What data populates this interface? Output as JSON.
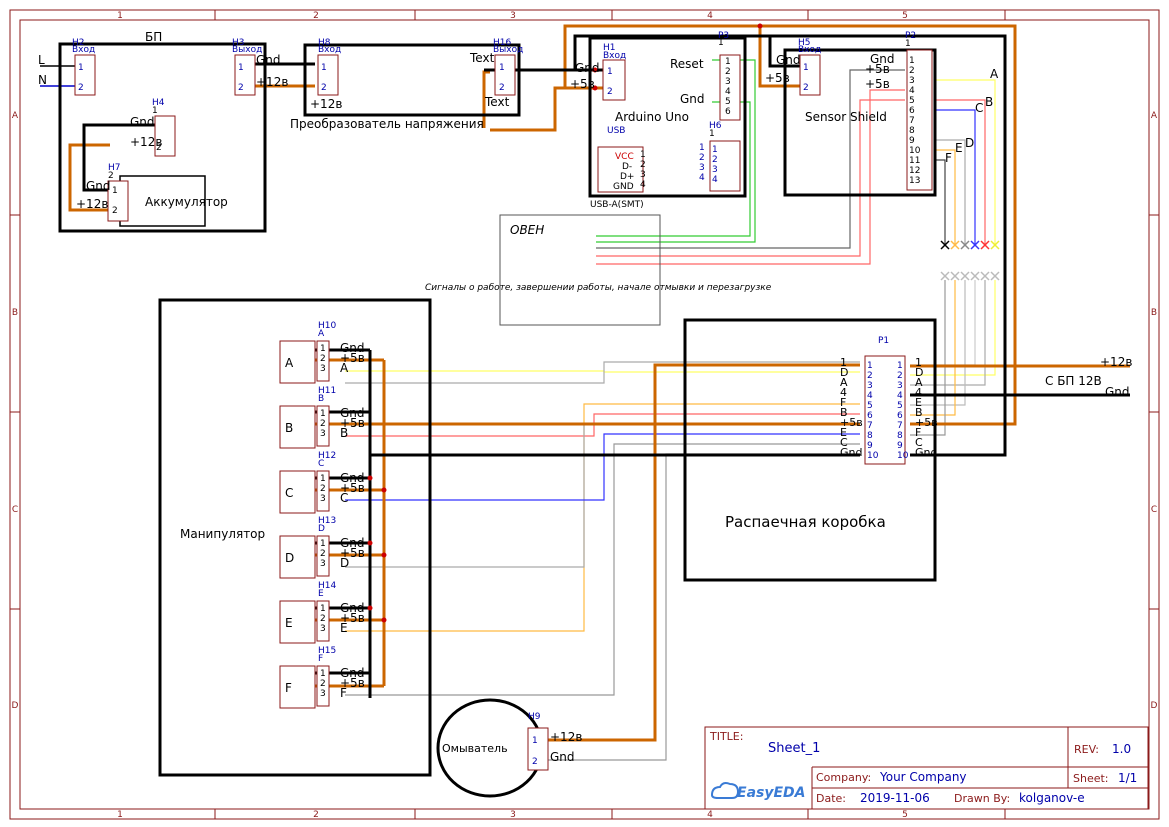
{
  "frame": {
    "cols": [
      "1",
      "2",
      "3",
      "4",
      "5"
    ],
    "rows": [
      "A",
      "B",
      "C",
      "D"
    ]
  },
  "blocks": {
    "psu_title": "БП",
    "psu_L": "L",
    "psu_N": "N",
    "h2": {
      "ref": "H2",
      "name": "Вход",
      "p1": "1",
      "p2": "2"
    },
    "h3": {
      "ref": "H3",
      "name": "Выход",
      "p1": "1",
      "p2": "2",
      "gnd": "Gnd",
      "v12": "+12в"
    },
    "h4": {
      "ref": "H4",
      "num": "1",
      "gnd": "Gnd",
      "v12": "+12в",
      "p2": "2"
    },
    "h7": {
      "ref": "H7",
      "num": "2",
      "gnd": "Gnd",
      "v12": "+12в",
      "p1": "1",
      "p2": "2"
    },
    "battery": "Аккумулятор",
    "h8": {
      "ref": "H8",
      "name": "Вход",
      "p1": "1",
      "p2": "2",
      "v12": "+12в"
    },
    "h16": {
      "ref": "H16",
      "name": "Выход",
      "p1": "1",
      "p2": "2",
      "t1": "Text",
      "t2": "Text"
    },
    "converter": "Преобразователь напряжения",
    "h1": {
      "ref": "H1",
      "name": "Вход",
      "p1": "1",
      "p2": "2",
      "gnd": "Gnd",
      "v5": "+5в"
    },
    "arduino": "Arduino Uno",
    "p3": {
      "ref": "P3",
      "num": "1",
      "reset": "Reset",
      "gnd": "Gnd",
      "pins": [
        "1",
        "2",
        "3",
        "4",
        "5",
        "6"
      ]
    },
    "usb": {
      "label": "USB",
      "part": "USB-A(SMT)",
      "vcc": "VCC",
      "dm": "D-",
      "dp": "D+",
      "gnd": "GND",
      "pins": [
        "1",
        "2",
        "3",
        "4"
      ]
    },
    "h6": {
      "ref": "H6",
      "num": "1",
      "pins": [
        "1",
        "2",
        "3",
        "4"
      ]
    },
    "h5": {
      "ref": "H5",
      "name": "Вход",
      "p1": "1",
      "p2": "2",
      "gnd": "Gnd",
      "v5": "+5в"
    },
    "sensor": "Sensor Shield",
    "p2": {
      "ref": "P2",
      "num": "1",
      "gnd": "Gnd",
      "v5a": "+5в",
      "v5b": "+5в",
      "pins": [
        "1",
        "2",
        "3",
        "4",
        "5",
        "6",
        "7",
        "8",
        "9",
        "10",
        "11",
        "12",
        "13"
      ],
      "letters": [
        "A",
        "B",
        "C",
        "D",
        "E",
        "F"
      ]
    },
    "oven": "ОВЕН",
    "signals": "Сигналы о работе, завершении работы, начале отмывки и перезагрузке",
    "manipulator": "Манипулятор",
    "box": "Распаечная коробка",
    "p1": {
      "ref": "P1",
      "pins": [
        "1",
        "2",
        "3",
        "4",
        "5",
        "6",
        "7",
        "8",
        "9",
        "10"
      ],
      "left": [
        "1",
        "D",
        "A",
        "4",
        "F",
        "B",
        "+5в",
        "E",
        "C",
        "Gnd"
      ],
      "right": [
        "1",
        "D",
        "A",
        "4",
        "E",
        "B",
        "+5в",
        "F",
        "C",
        "Gnd"
      ]
    },
    "psu12": {
      "title": "С БП 12В",
      "v12": "+12в",
      "gnd": "Gnd"
    },
    "washer": "Омыватель",
    "h9": {
      "ref": "H9",
      "p1": "1",
      "p2": "2",
      "v12": "+12в",
      "gnd": "Gnd"
    },
    "manip_headers": [
      {
        "ref": "H10",
        "sub": "A",
        "box": "A",
        "sig": "A"
      },
      {
        "ref": "H11",
        "sub": "B",
        "box": "B",
        "sig": "B"
      },
      {
        "ref": "H12",
        "sub": "C",
        "box": "C",
        "sig": "C"
      },
      {
        "ref": "H13",
        "sub": "D",
        "box": "D",
        "sig": "D"
      },
      {
        "ref": "H14",
        "sub": "E",
        "box": "E",
        "sig": "E"
      },
      {
        "ref": "H15",
        "sub": "F",
        "box": "F",
        "sig": "F"
      }
    ],
    "manip_labels": {
      "gnd": "Gnd",
      "v5": "+5в",
      "pins": [
        "1",
        "2",
        "3"
      ]
    }
  },
  "title_block": {
    "title_label": "TITLE:",
    "title": "Sheet_1",
    "rev_label": "REV:",
    "rev": "1.0",
    "company_label": "Company:",
    "company": "Your Company",
    "sheet_label": "Sheet:",
    "sheet": "1/1",
    "date_label": "Date:",
    "date": "2019-11-06",
    "drawn_label": "Drawn By:",
    "drawn": "kolganov-e",
    "logo": "EasyEDA"
  },
  "colors": {
    "frame": "#8b1a1a",
    "wire_power": "#cc6600",
    "wire_gnd": "#000000",
    "sig_A": "#ffff66",
    "sig_B": "#ff6666",
    "sig_C": "#3333ff",
    "sig_D": "#aaaaaa",
    "sig_E": "#ffbb44",
    "sig_F": "#999999",
    "green": "#33cc33",
    "pin_blue": "#0000aa"
  }
}
